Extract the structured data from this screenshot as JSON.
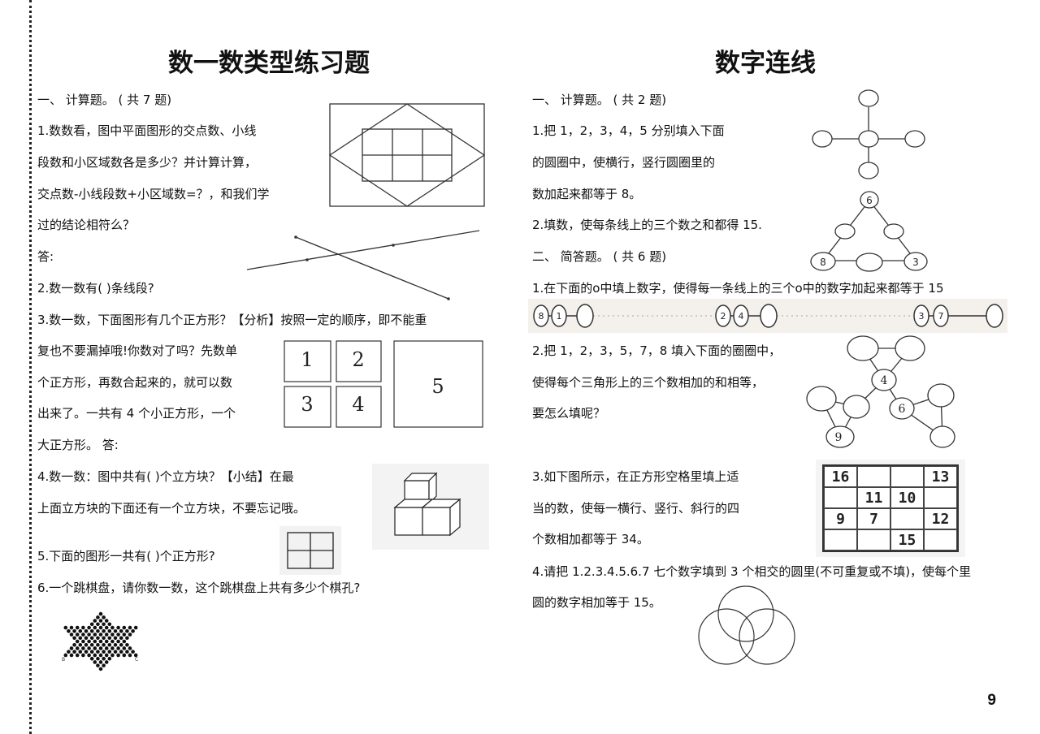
{
  "left": {
    "title": "数一数类型练习题",
    "section1": "一、 计算题。 ( 共 7 题)",
    "q1": [
      "1.数数看，图中平面图形的交点数、小线",
      "段数和小区域数各是多少？并计算计算，",
      "交点数-小线段数+小区域数=？，和我们学",
      "过的结论相符么？"
    ],
    "answer": "答:",
    "q2": "2.数一数有(          )条线段?",
    "q3": [
      "3.数一数，下面图形有几个正方形？【分析】按照一定的顺序，即不能重",
      "复也不要漏掉哦!你数对了吗？先数单",
      "个正方形，再数合起来的，就可以数",
      "出来了。一共有 4 个小正方形，一个",
      "大正方形。      答:"
    ],
    "squares": [
      "1",
      "2",
      "3",
      "4",
      "5"
    ],
    "q4": [
      "4.数一数：图中共有(          )个立方块？【小结】在最",
      "上面立方块的下面还有一个立方块，不要忘记哦。"
    ],
    "q5": "5.下面的图形一共有(          )个正方形?",
    "q6": "6.一个跳棋盘，请你数一数，这个跳棋盘上共有多少个棋孔?",
    "board_labels": [
      "B",
      "C"
    ]
  },
  "right": {
    "title": "数字连线",
    "section1": "一、 计算题。 ( 共 2 题)",
    "q1": [
      "1.把 1，2，3，4，5 分别填入下面",
      "的圆圈中，使横行，竖行圆圈里的",
      "数加起来都等于 8。"
    ],
    "q2": "2.填数，使每条线上的三个数之和都得 15.",
    "triangle_nums": [
      "6",
      "8",
      "3"
    ],
    "section2": "二、 简答题。 ( 共 6 题)",
    "s2q1": "1.在下面的o中填上数字，使得每一条线上的三个o中的数字加起来都等于 15",
    "chain_nums": [
      "8",
      "1",
      "2",
      "4",
      "3",
      "7"
    ],
    "s2q2": [
      "2.把 1，2，3，5，7，8 填入下面的圈圈中，",
      "使得每个三角形上的三个数相加的和相等，",
      "要怎么填呢？"
    ],
    "net_nums": [
      "4",
      "6",
      "9"
    ],
    "s2q3": [
      "3.如下图所示，在正方形空格里填上适",
      "当的数，使每一横行、竖行、斜行的四",
      "个数相加都等于 34。"
    ],
    "grid": [
      "16",
      "",
      "",
      "13",
      "",
      "11",
      "10",
      "",
      "9",
      "7",
      "",
      "12",
      "",
      "",
      "15",
      ""
    ],
    "s2q4": [
      "4.请把 1.2.3.4.5.6.7 七个数字填到 3 个相交的圆里(不可重复或不填)，使每个里",
      "圆的数字相加等于 15。"
    ]
  },
  "page_number": "9"
}
